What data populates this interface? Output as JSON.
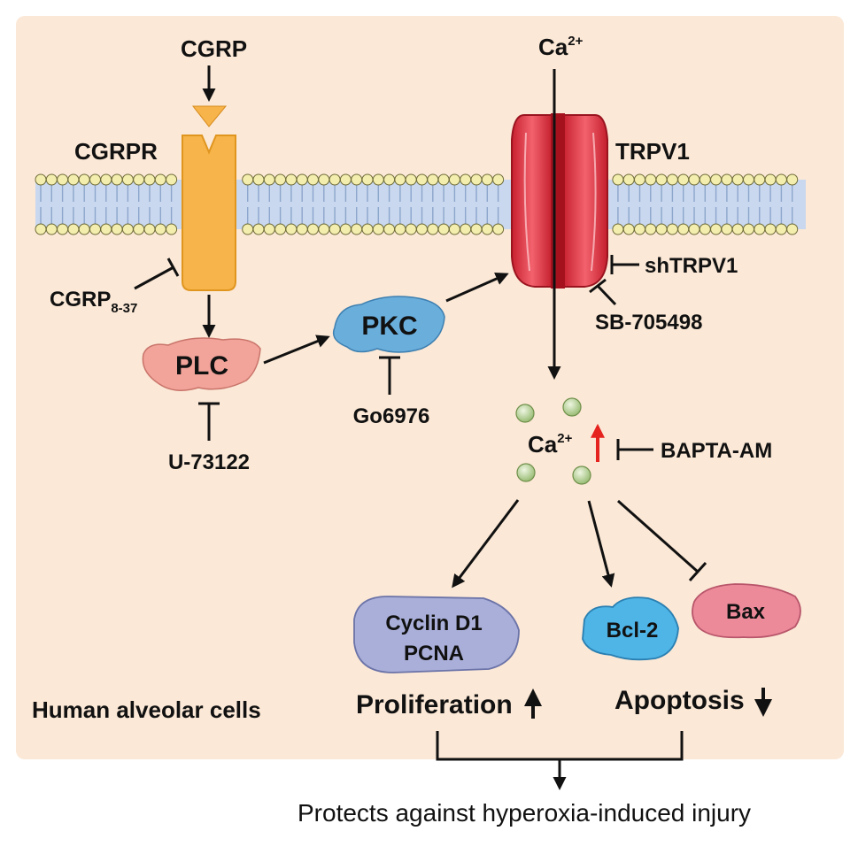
{
  "ligand": {
    "label": "CGRP"
  },
  "receptor": {
    "label": "CGRPR"
  },
  "antagonist": {
    "base": "CGRP",
    "subscript": "8-37"
  },
  "plc": {
    "label": "PLC",
    "inhibitor": "U-73122"
  },
  "pkc": {
    "label": "PKC",
    "inhibitor": "Go6976"
  },
  "channel": {
    "label": "TRPV1",
    "inhibitors": [
      "shTRPV1",
      "SB-705498"
    ]
  },
  "calcium_top": {
    "base": "Ca",
    "charge": "2+"
  },
  "calcium_inside": {
    "base": "Ca",
    "charge": "2+",
    "chelator": "BAPTA-AM"
  },
  "proliferation_markers": {
    "line1": "Cyclin D1",
    "line2": "PCNA"
  },
  "bcl2": {
    "label": "Bcl-2"
  },
  "bax": {
    "label": "Bax"
  },
  "outcomes": {
    "proliferation": "Proliferation",
    "apoptosis": "Apoptosis"
  },
  "cell_type": "Human alveolar cells",
  "conclusion": "Protects against hyperoxia-induced injury",
  "colors": {
    "cell_background": "#fbe8d6",
    "receptor": "#f7b44a",
    "channel": "#e8404f",
    "plc": "#f2a39a",
    "pkc": "#6aaedc",
    "cyclin": "#a9afd8",
    "bcl2": "#4fb4e6",
    "bax": "#ec8a9a",
    "calcium_dot": "#b9d49a",
    "increase_arrow": "#e5231f"
  }
}
